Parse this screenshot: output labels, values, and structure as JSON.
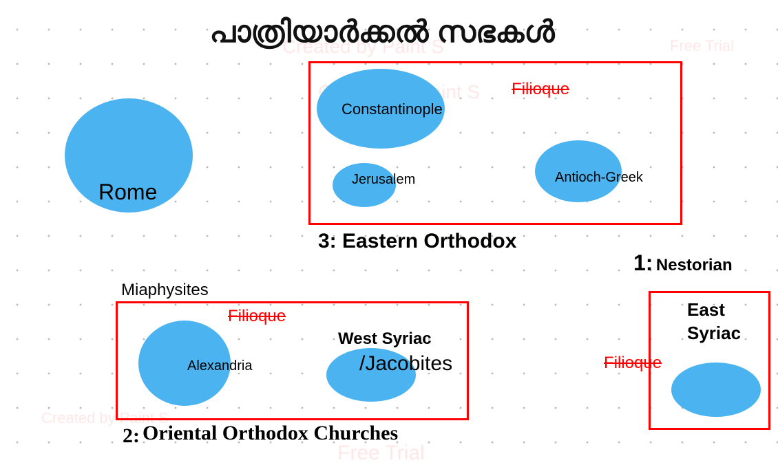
{
  "title": "പാത്രിയാർക്കൽ സഭകൾ",
  "watermarks": {
    "created_by": "Created by Paint S",
    "free_trial": "Free Trial"
  },
  "colors": {
    "ellipse": "#4bb3ef",
    "box": "#ff0000",
    "filioque": "#ff0000"
  },
  "rome": {
    "label": "Rome"
  },
  "eastern_orthodox": {
    "heading_number": "3:",
    "heading": "Eastern Orthodox",
    "filioque": "Filioque",
    "sees": [
      "Constantinople",
      "Jerusalem",
      "Antioch-Greek"
    ]
  },
  "nestorian": {
    "heading_number": "1:",
    "heading": "Nestorian",
    "church_line1": "East",
    "church_line2": "Syriac",
    "filioque": "Filioque"
  },
  "oriental_orthodox": {
    "group_label": "Miaphysites",
    "filioque": "Filioque",
    "sees": [
      "Alexandria"
    ],
    "west_syriac_line1": "West Syriac",
    "west_syriac_line2": "/Jacobites",
    "heading_number": "2:",
    "heading": "Oriental Orthodox Churches"
  }
}
